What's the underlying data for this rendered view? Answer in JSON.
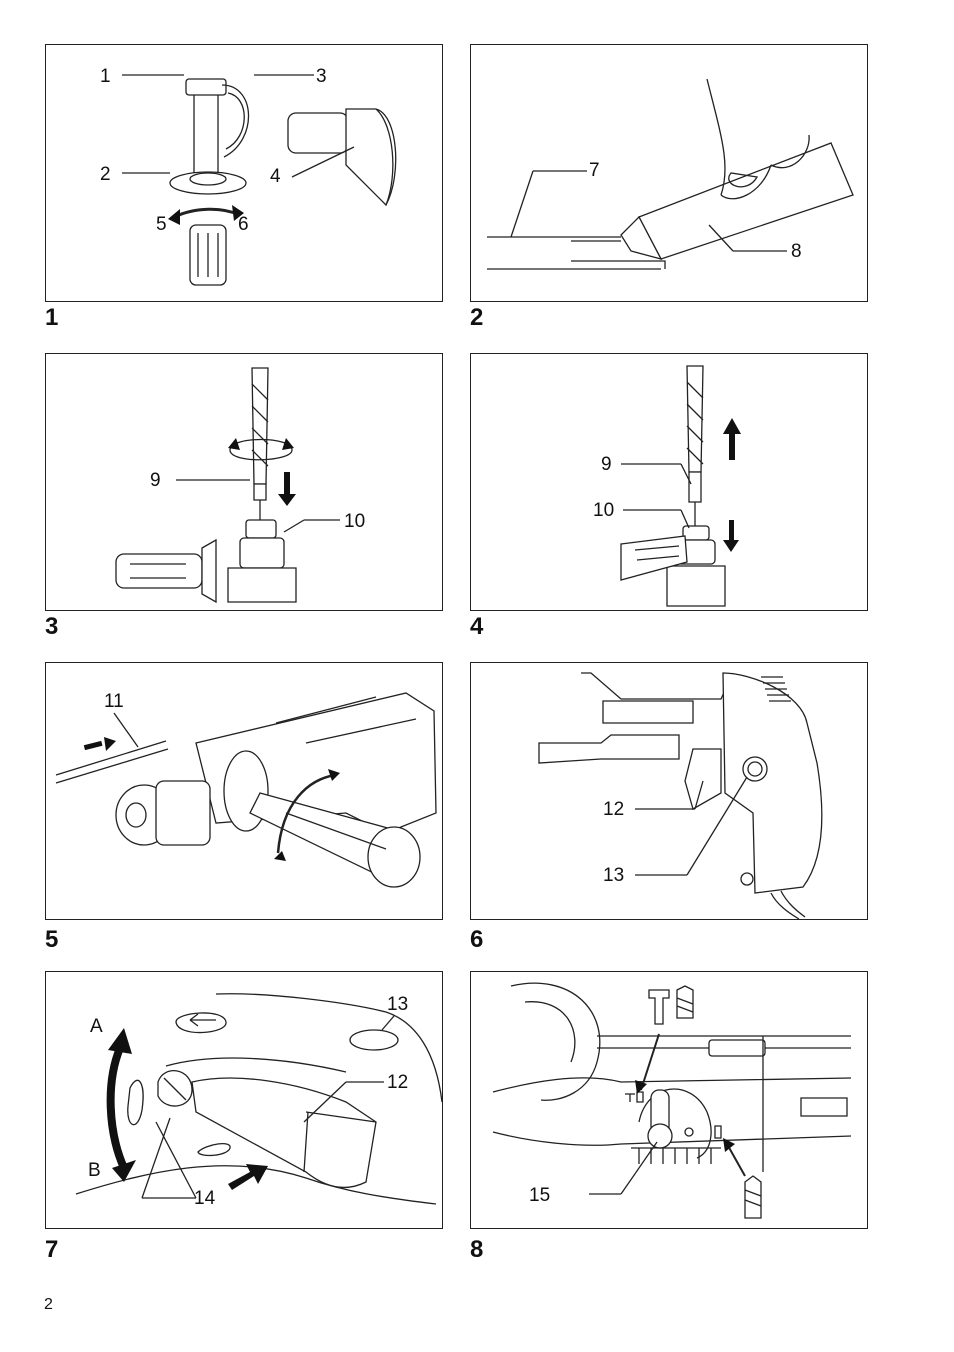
{
  "page_number": "2",
  "figures": [
    {
      "number": "1",
      "callouts": [
        "1",
        "2",
        "3",
        "4",
        "5",
        "6"
      ]
    },
    {
      "number": "2",
      "callouts": [
        "7",
        "8"
      ]
    },
    {
      "number": "3",
      "callouts": [
        "9",
        "10"
      ]
    },
    {
      "number": "4",
      "callouts": [
        "9",
        "10"
      ]
    },
    {
      "number": "5",
      "callouts": [
        "11"
      ]
    },
    {
      "number": "6",
      "callouts": [
        "12",
        "13"
      ]
    },
    {
      "number": "7",
      "callouts": [
        "A",
        "B",
        "13",
        "12",
        "14"
      ]
    },
    {
      "number": "8",
      "callouts": [
        "15"
      ]
    }
  ]
}
